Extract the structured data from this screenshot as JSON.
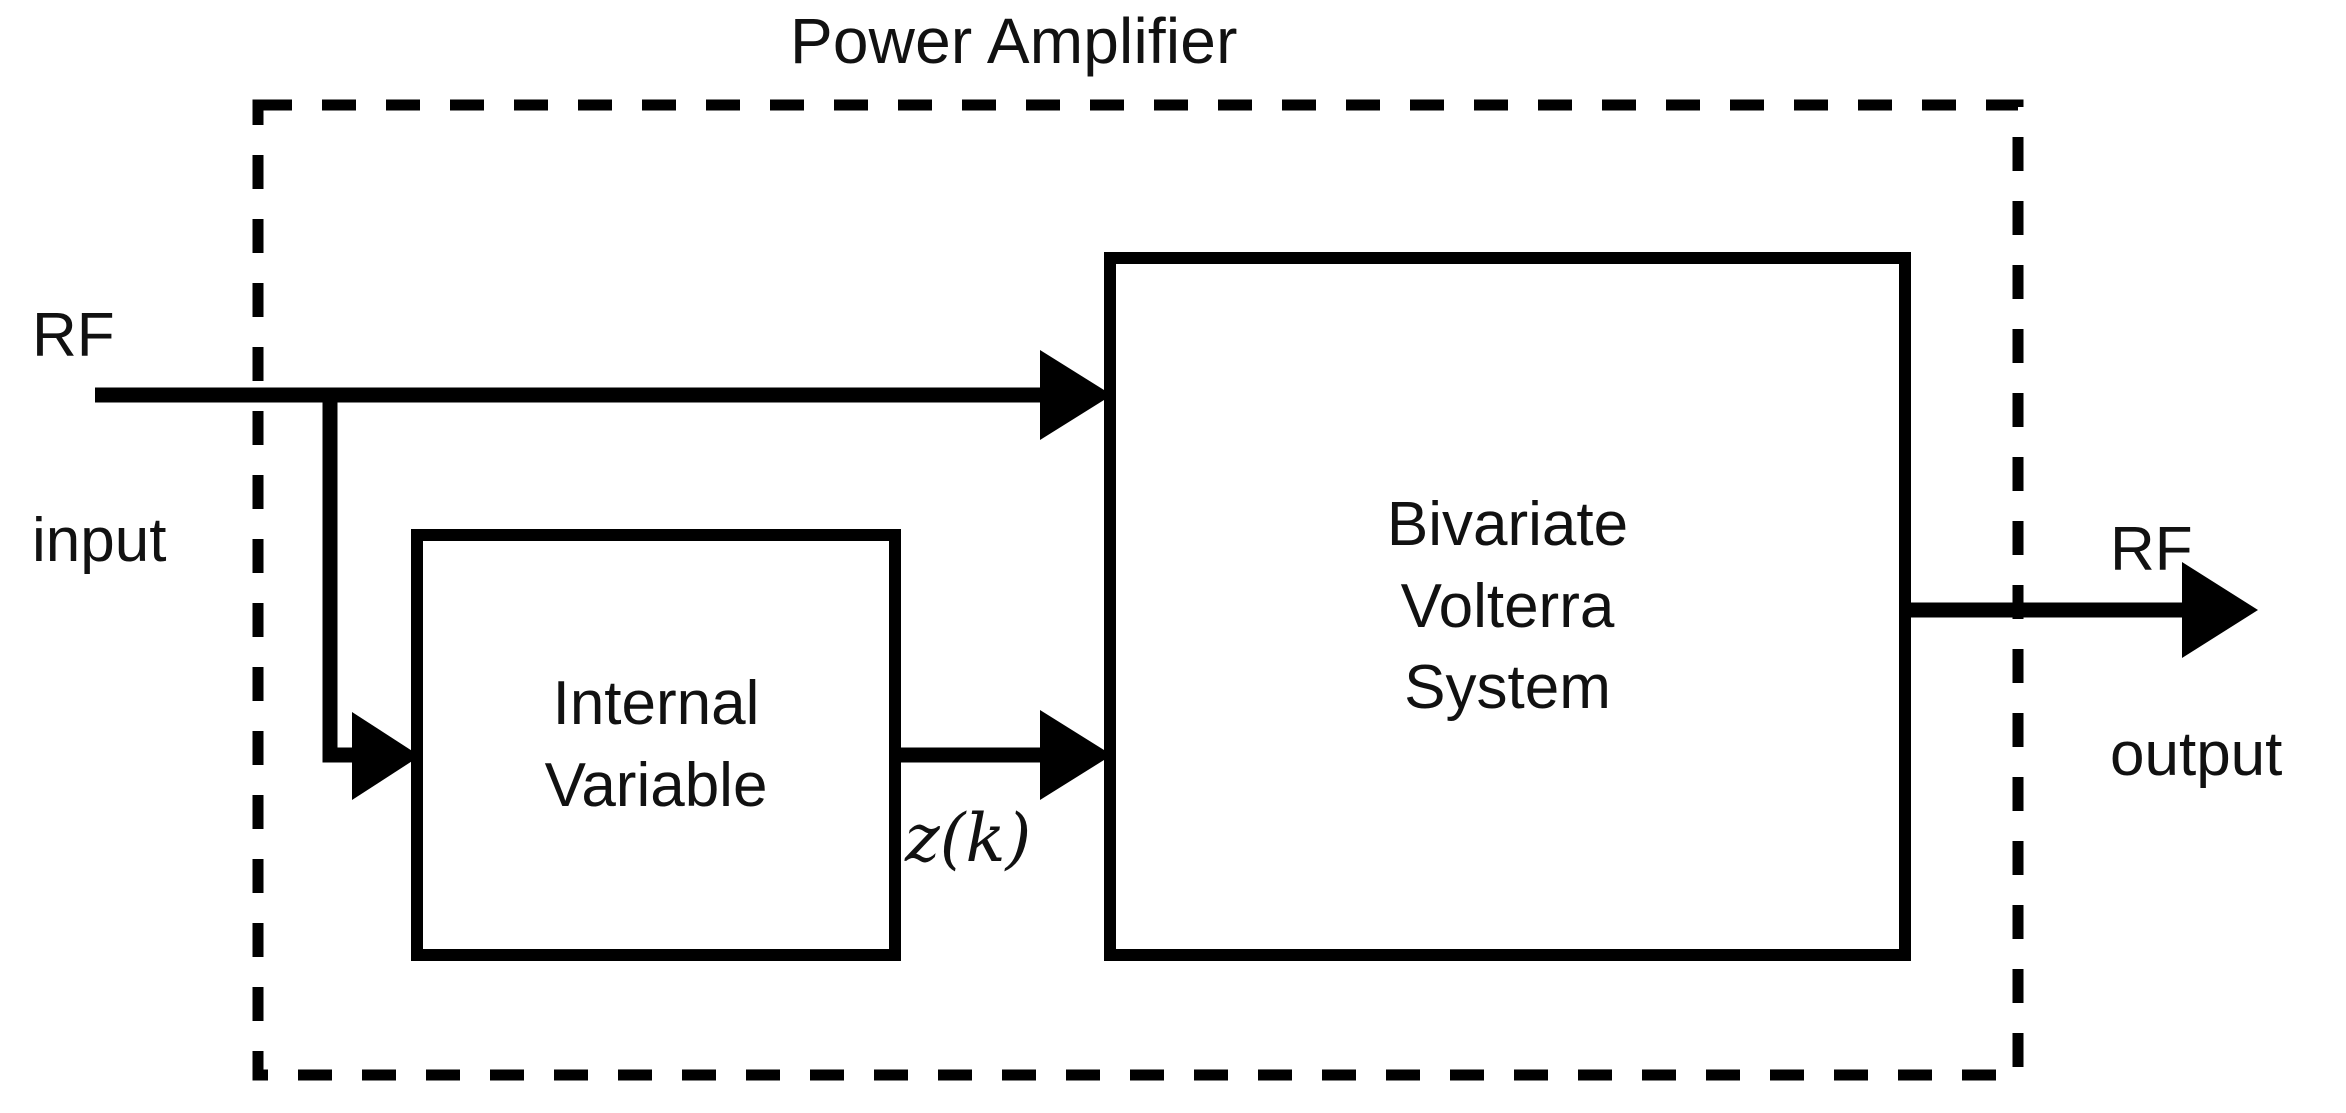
{
  "diagram": {
    "title": "Power Amplifier",
    "enclosure": {
      "name": "Power Amplifier",
      "border_style": "dashed",
      "color": "#000000"
    },
    "labels": {
      "rf_input_line1": "RF",
      "rf_input_line2": "input",
      "rf_output_line1": "RF",
      "rf_output_line2": "output",
      "internal_signal": "z(k)"
    },
    "blocks": [
      {
        "id": "internal-variable",
        "line1": "Internal",
        "line2": "Variable"
      },
      {
        "id": "bivariate-volterra-system",
        "line1": "Bivariate",
        "line2": "Volterra",
        "line3": "System"
      }
    ],
    "connections": [
      {
        "from": "rf-input",
        "to": "bivariate-volterra-system",
        "label": ""
      },
      {
        "from": "rf-input-branch",
        "to": "internal-variable",
        "label": ""
      },
      {
        "from": "internal-variable",
        "to": "bivariate-volterra-system",
        "label": "z(k)"
      },
      {
        "from": "bivariate-volterra-system",
        "to": "rf-output",
        "label": ""
      }
    ],
    "colors": {
      "stroke": "#000000",
      "background": "#ffffff",
      "text": "#111111"
    }
  }
}
